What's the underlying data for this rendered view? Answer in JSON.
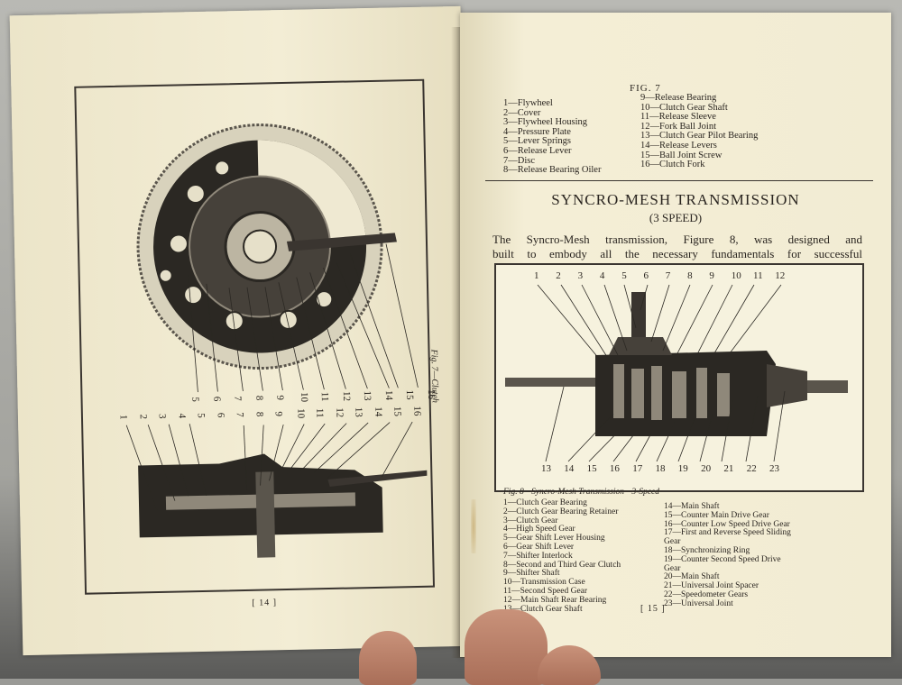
{
  "left_page": {
    "figure_side_caption": "Fig. 7—Clutch",
    "page_number": "[ 14 ]",
    "callouts_top": [
      "5",
      "6",
      "7",
      "8",
      "9",
      "10",
      "11",
      "12",
      "13",
      "14",
      "15",
      "16"
    ],
    "callouts_bottom": [
      "1",
      "2",
      "3",
      "4",
      "5",
      "6",
      "7",
      "8",
      "9",
      "10",
      "11",
      "12",
      "13",
      "14",
      "15",
      "16"
    ]
  },
  "right_page": {
    "fig7_label": "FIG. 7",
    "fig7_legend_left": [
      "1—Flywheel",
      "2—Cover",
      "3—Flywheel Housing",
      "4—Pressure Plate",
      "5—Lever Springs",
      "6—Release Lever",
      "7—Disc",
      "8—Release Bearing Oiler"
    ],
    "fig7_legend_right": [
      "9—Release Bearing",
      "10—Clutch Gear Shaft",
      "11—Release Sleeve",
      "12—Fork Ball Joint",
      "13—Clutch Gear Pilot Bearing",
      "14—Release Levers",
      "15—Ball Joint Screw",
      "16—Clutch Fork"
    ],
    "section_title": "SYNCRO-MESH TRANSMISSION",
    "section_subtitle": "(3 SPEED)",
    "body_line_1": "The Syncro-Mesh transmission, Figure 8, was designed and",
    "body_line_2": "built to embody all the necessary fundamentals for successful",
    "fig8_callouts_top": [
      "1",
      "2",
      "3",
      "4",
      "5",
      "6",
      "7",
      "8",
      "9",
      "10",
      "11",
      "12"
    ],
    "fig8_callouts_bottom": [
      "13",
      "14",
      "15",
      "16",
      "17",
      "18",
      "19",
      "20",
      "21",
      "22",
      "23"
    ],
    "fig8_caption": "Fig. 8—Syncro-Mesh Transmission—3-Speed",
    "fig8_legend_left": [
      "1—Clutch Gear Bearing",
      "2—Clutch Gear Bearing Retainer",
      "3—Clutch Gear",
      "4—High Speed Gear",
      "5—Gear Shift Lever Housing",
      "6—Gear Shift Lever",
      "7—Shifter Interlock",
      "8—Second and Third Gear Clutch",
      "9—Shifter Shaft",
      "10—Transmission Case",
      "11—Second Speed Gear",
      "12—Main Shaft Rear Bearing",
      "13—Clutch Gear Shaft"
    ],
    "fig8_legend_right": [
      "14—Main Shaft",
      "15—Counter Main Drive Gear",
      "16—Counter Low Speed Drive Gear",
      "17—First and Reverse Speed Sliding",
      "Gear",
      "18—Synchronizing Ring",
      "19—Counter Second Speed Drive",
      "Gear",
      "20—Main Shaft",
      "21—Universal Joint Spacer",
      "22—Speedometer Gears",
      "23—Universal Joint"
    ],
    "page_number": "[ 15 ]"
  }
}
